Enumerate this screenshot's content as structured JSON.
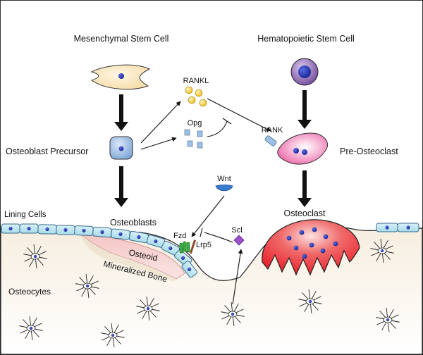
{
  "labels": {
    "msc": "Mesenchymal Stem Cell",
    "hsc": "Hematopoietic Stem Cell",
    "rankl": "RANKL",
    "opg": "Opg",
    "rank": "RANK",
    "osteoblast_precursor": "Osteoblast Precursor",
    "pre_osteoclast": "Pre-Osteoclast",
    "wnt": "Wnt",
    "lining_cells": "Lining Cells",
    "osteoblasts": "Osteoblasts",
    "osteoclast": "Osteoclast",
    "fzd": "Fzd",
    "lrp5": "Lrp5",
    "scl": "Scl",
    "osteoid": "Osteoid",
    "mineralized_bone": "Mineralized Bone",
    "osteocytes": "Osteocytes"
  },
  "colors": {
    "msc_cell": "#f7dfae",
    "hsc_cell": "#7a52a0",
    "precursor": "#7fa8d8",
    "pre_osteoclast": "#ee6fae",
    "osteoclast": "#e8222c",
    "rankl_ligand": "#f0c020",
    "opg_ligand": "#9cc0e4",
    "wnt_ligand": "#3a7dd0",
    "fzd_receptor": "#36b040",
    "lrp5_receptor": "#8b4a2a",
    "scl_protein": "#9a50c8",
    "osteoid": "#f2b8b8",
    "bone_matrix": "#f4ecdc",
    "lining_cell": "#a8dcea",
    "nucleus": "#1a2a9a",
    "arrow": "#111111"
  }
}
